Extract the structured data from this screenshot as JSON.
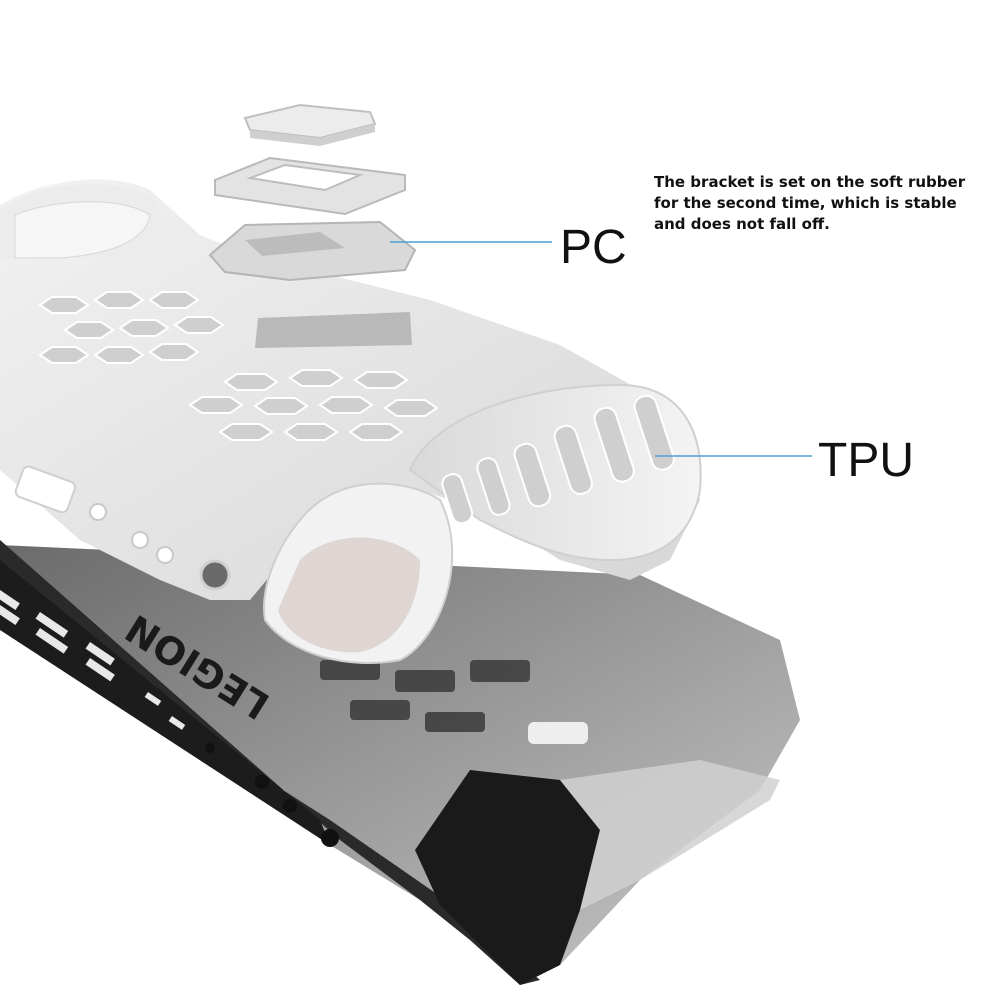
{
  "annotation": {
    "note": "The bracket is set on the soft rubber\nfor the second time, which is stable\nand does not fall off.",
    "pc_label": "PC",
    "tpu_label": "TPU",
    "callout_color": "#4a9fd8"
  },
  "product": {
    "brand_mark": "LEGION",
    "case_color": "#e6e6e6",
    "device_body_color": "#2a2a2a"
  }
}
